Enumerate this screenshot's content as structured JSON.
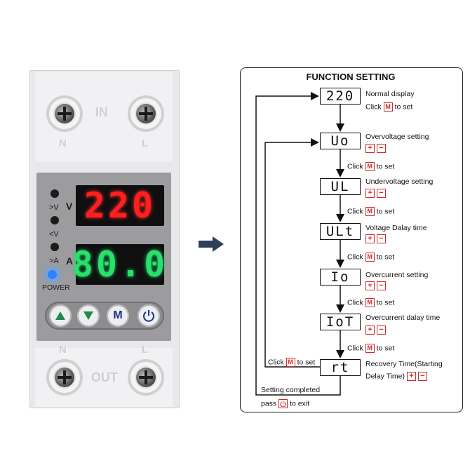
{
  "device": {
    "top_label": "IN",
    "top_left": "N",
    "top_right": "L",
    "bottom_label": "OUT",
    "bottom_left": "N",
    "bottom_right": "L",
    "voltage_display": "220",
    "current_display": "80.0",
    "indicator_gt_v": ">V",
    "indicator_lt_v": "<V",
    "indicator_gt_a": ">A",
    "unit_v": "V",
    "unit_a": "A",
    "power_label": "POWER",
    "btn_m": "M",
    "colors": {
      "red_digits": "#ff1f1f",
      "green_digits": "#28e06c",
      "power_led": "#2b84ff"
    }
  },
  "panel": {
    "title": "FUNCTION SETTING",
    "steps": [
      {
        "code": "220",
        "label": "Normal display"
      },
      {
        "code": "Uo",
        "label": "Overvoltage  setting"
      },
      {
        "code": "UL",
        "label": "Undervoltage  setting"
      },
      {
        "code": "ULt",
        "label": "Voltage Dalay time"
      },
      {
        "code": "Io",
        "label": "Overcurrent  setting"
      },
      {
        "code": "IoT",
        "label": "Overcurrent dalay time"
      },
      {
        "code": "rt",
        "label": "Recovery Time(Starting"
      }
    ],
    "recovery_line2": "Delay Time)",
    "click": "Click",
    "to_set": "to set",
    "key_m": "M",
    "key_plus": "+",
    "key_minus": "−",
    "completed": "Setting  completed",
    "pass": "pass",
    "to_exit": "to exit",
    "accent": "#d12b2b"
  }
}
